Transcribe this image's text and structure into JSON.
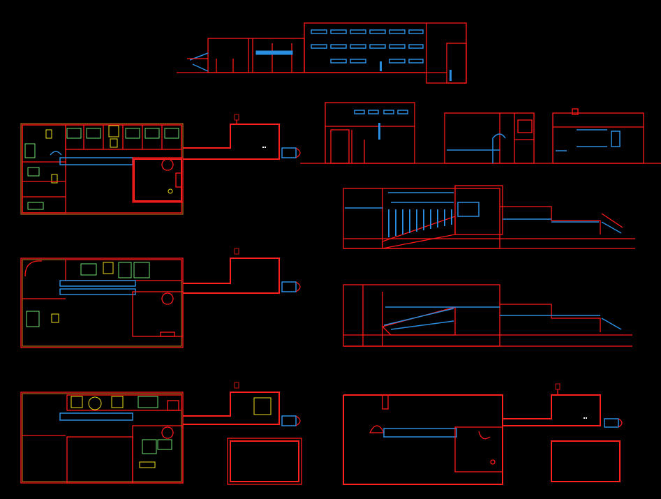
{
  "drawing": {
    "background": "#000000",
    "colors": {
      "primary_lines": "#ff1a1a",
      "glazing": "#2a8ee0",
      "fixtures": "#f0e020",
      "furniture": "#70e070",
      "secondary": "#e07a20"
    },
    "views": [
      {
        "name": "north-elevation"
      },
      {
        "name": "ground-floor-plan"
      },
      {
        "name": "side-elevations"
      },
      {
        "name": "south-elevation"
      },
      {
        "name": "first-floor-plan"
      },
      {
        "name": "longitudinal-section"
      },
      {
        "name": "basement-floor-plan"
      },
      {
        "name": "roof-plan"
      }
    ]
  }
}
